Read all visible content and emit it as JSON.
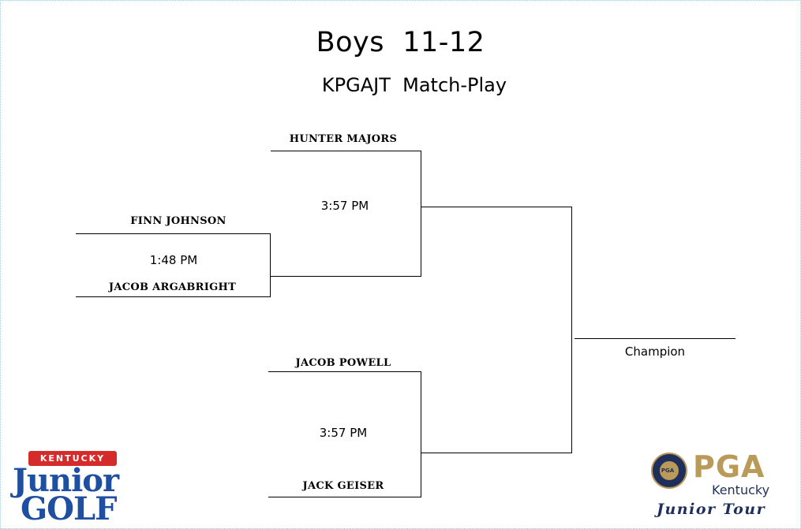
{
  "header": {
    "title": "Boys  11-12",
    "subtitle": "KPGAJT  Match-Play"
  },
  "bracket": {
    "round1": {
      "top_player": "FINN JOHNSON",
      "bottom_player": "JACOB ARGABRIGHT",
      "time": "1:48 PM"
    },
    "semifinal_top": {
      "top_player": "HUNTER MAJORS",
      "time": "3:57 PM"
    },
    "semifinal_bottom": {
      "top_player": "JACOB POWELL",
      "bottom_player": "JACK GEISER",
      "time": "3:57 PM"
    },
    "champion_label": "Champion"
  },
  "logos": {
    "left": {
      "banner": "KENTUCKY",
      "line1": "Junior",
      "line2": "GOLF",
      "color": "#1f4fa0",
      "banner_color": "#d52b2b"
    },
    "right": {
      "seal_text": "PGA",
      "wordmark": "PGA",
      "region": "Kentucky",
      "tagline": "Junior Tour",
      "gold": "#b99a58",
      "navy": "#1f2f5c"
    }
  }
}
